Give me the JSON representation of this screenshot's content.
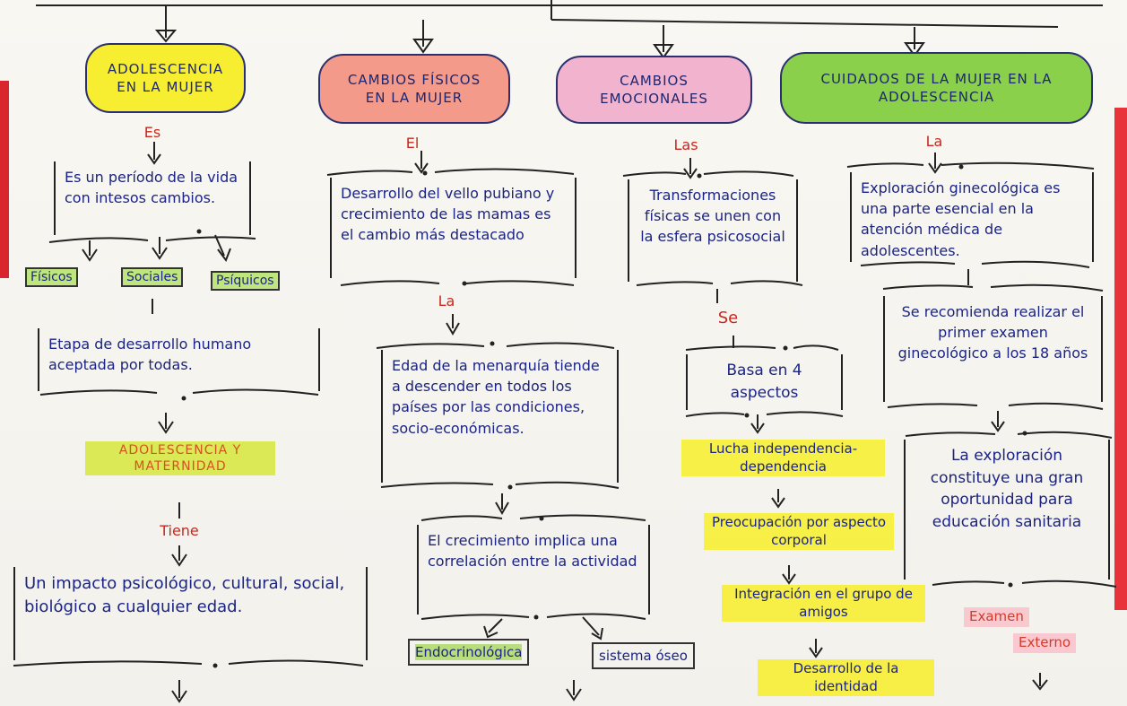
{
  "headers": {
    "h1": "ADOLESCENCIA EN LA MUJER",
    "h2": "CAMBIOS FÍSICOS EN LA MUJER",
    "h3": "CAMBIOS EMOCIONALES",
    "h4": "CUIDADOS DE LA MUJER EN LA ADOLESCENCIA"
  },
  "col1": {
    "conn1": "Es",
    "box1": "Es un período de la vida con intesos cambios.",
    "tags": [
      "Físicos",
      "Sociales",
      "Psíquicos"
    ],
    "box2": "Etapa de desarrollo humano aceptada por todas.",
    "highlight": "ADOLESCENCIA Y MATERNIDAD",
    "conn2": "Tiene",
    "box3": "Un impacto psicológico, cultural, social, biológico a cualquier edad."
  },
  "col2": {
    "conn1": "El",
    "box1": "Desarrollo del vello pubiano y crecimiento de las mamas es el cambio más destacado",
    "conn2": "La",
    "box2": "Edad de la menarquía tiende a descender en todos los países por las condiciones, socio-económicas.",
    "box3": "El crecimiento implica una correlación entre la actividad",
    "tags": [
      "Endocrinológica",
      "sistema óseo"
    ]
  },
  "col3": {
    "conn1": "Las",
    "box1": "Transformaciones físicas se unen con la esfera psicosocial",
    "conn2": "Se",
    "box2": "Basa en 4 aspectos",
    "items": [
      "Lucha independencia-dependencia",
      "Preocupación por aspecto corporal",
      "Integración en el grupo de amigos",
      "Desarrollo de la identidad"
    ]
  },
  "col4": {
    "conn1": "La",
    "box1": "Exploración ginecológica es una parte esencial en la atención médica de adolescentes.",
    "box2": "Se recomienda realizar el primer examen ginecológico a los 18 años",
    "box3": "La exploración constituye una gran oportunidad para educación sanitaria",
    "exam1": "Examen",
    "exam2": "Externo"
  }
}
